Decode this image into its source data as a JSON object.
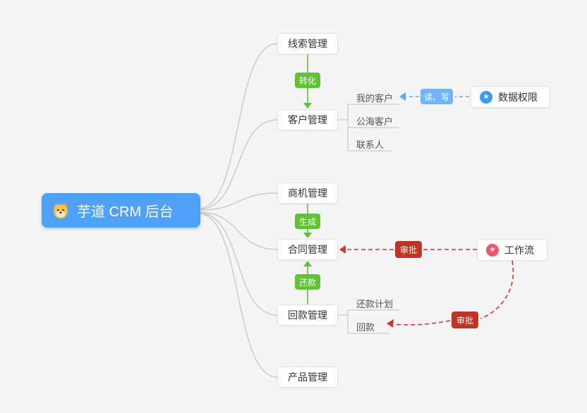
{
  "root": {
    "label": "芋道 CRM 后台",
    "icon": "dog-icon"
  },
  "modules": {
    "leads": {
      "label": "线索管理"
    },
    "customers": {
      "label": "客户管理"
    },
    "opportunities": {
      "label": "商机管理"
    },
    "contracts": {
      "label": "合同管理"
    },
    "receivables": {
      "label": "回款管理"
    },
    "products": {
      "label": "产品管理"
    }
  },
  "customer_children": {
    "mine": {
      "label": "我的客户"
    },
    "public": {
      "label": "公海客户"
    },
    "contacts": {
      "label": "联系人"
    }
  },
  "receivable_children": {
    "plan": {
      "label": "还款计划"
    },
    "receipt": {
      "label": "回款"
    }
  },
  "edge_badges": {
    "convert": {
      "label": "转化"
    },
    "generate": {
      "label": "生成"
    },
    "repay": {
      "label": "还款"
    },
    "read_write": {
      "label": "读、写"
    },
    "approve_contract": {
      "label": "审批"
    },
    "approve_receipt": {
      "label": "审批"
    }
  },
  "integrations": {
    "data_permission": {
      "label": "数据权限",
      "icon": "star-icon"
    },
    "workflow": {
      "label": "工作流",
      "icon": "star-icon"
    }
  },
  "colors": {
    "background": "#F5F5F5",
    "root_blue": "#4FA0F7",
    "green": "#64C239",
    "blue_badge": "#6FB5F8",
    "blue_line": "#5FA8F5",
    "red_badge": "#BE3426",
    "red_line": "#D5342C",
    "node_border": "#E3E3E3",
    "line_gray": "#C9C9C9",
    "node_text": "#333333",
    "child_text": "#555555",
    "icon_blue": "#3D9AF5",
    "icon_red": "#F0566A"
  }
}
